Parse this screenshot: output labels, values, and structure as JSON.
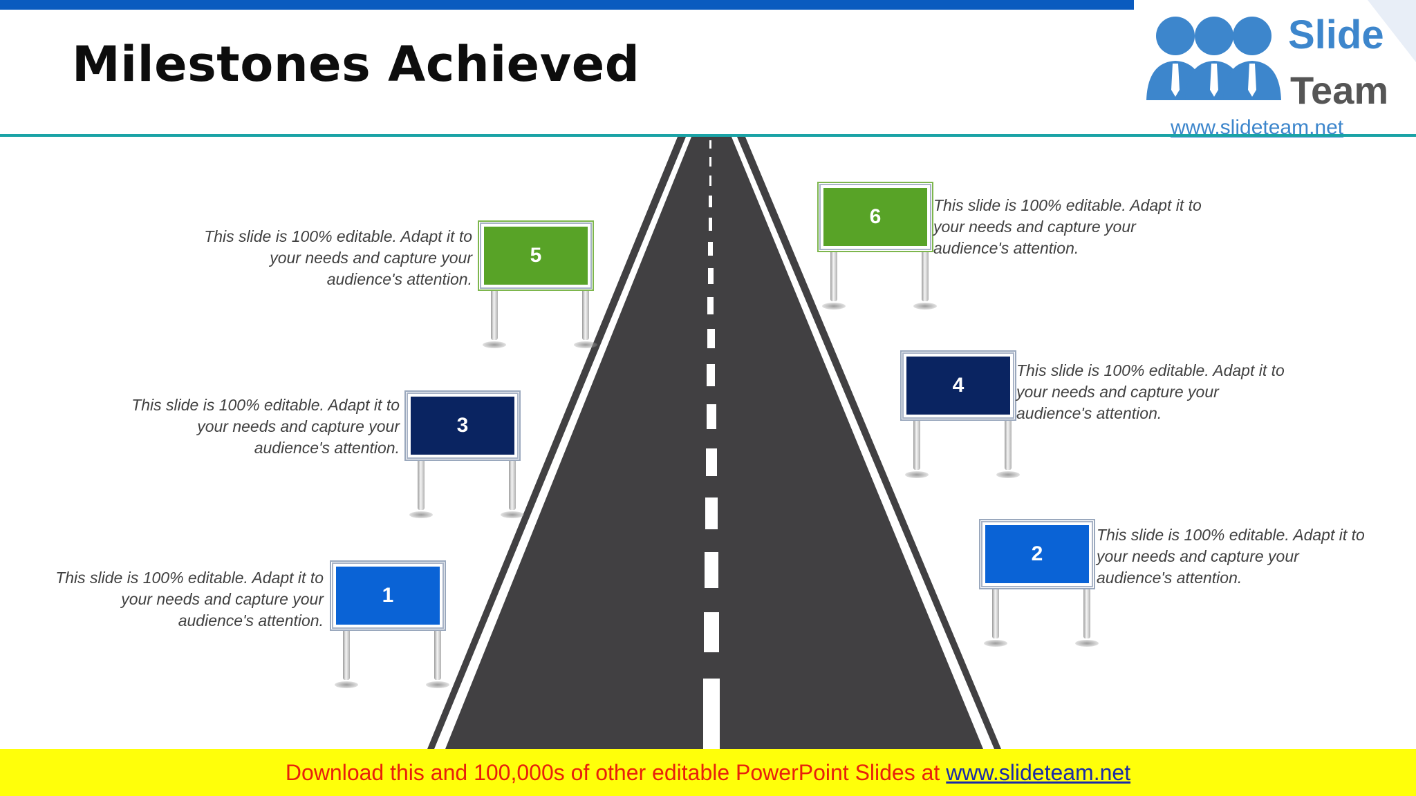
{
  "title": "Milestones Achieved",
  "logo": {
    "word1": "Slide",
    "word2": "Team",
    "url": "www.slideteam.net"
  },
  "milestones": [
    {
      "number": "1",
      "color": "#0a63d6",
      "text": "This slide is 100% editable. Adapt it to your needs and capture your audience's attention."
    },
    {
      "number": "2",
      "color": "#0a63d6",
      "text": "This slide is 100% editable. Adapt it to your needs and capture your audience's attention."
    },
    {
      "number": "3",
      "color": "#0a2461",
      "text": "This slide is 100% editable. Adapt it to your needs and capture your audience's attention."
    },
    {
      "number": "4",
      "color": "#0a2461",
      "text": "This slide is 100% editable. Adapt it to your needs and capture your audience's attention."
    },
    {
      "number": "5",
      "color": "#58a327",
      "text": "This slide is 100% editable. Adapt it to your needs and capture your audience's attention."
    },
    {
      "number": "6",
      "color": "#58a327",
      "text": "This slide is 100% editable. Adapt it to your needs and capture your audience's attention."
    }
  ],
  "footer": {
    "text": "Download this and 100,000s of other editable PowerPoint Slides at",
    "link": "www.slideteam.net"
  },
  "colors": {
    "top_bar": "#0a5bbf",
    "rule": "#1aa3a6",
    "road": "#414042",
    "footer_bg": "#ffff0a",
    "footer_text": "#e8200b"
  }
}
